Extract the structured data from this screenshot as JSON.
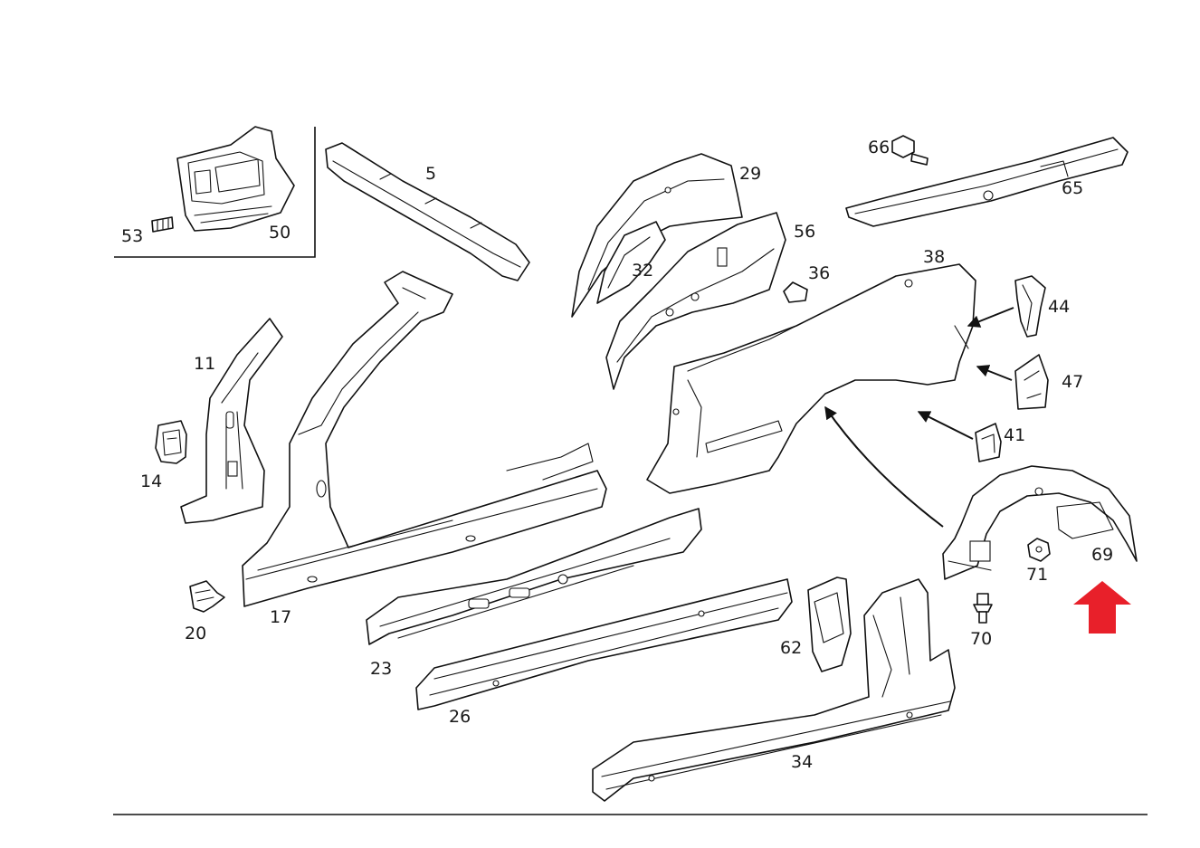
{
  "colors": {
    "line": "#111111",
    "background": "#ffffff",
    "highlight_arrow": "#e8202a"
  },
  "parts": [
    {
      "number": "5"
    },
    {
      "number": "11"
    },
    {
      "number": "14"
    },
    {
      "number": "17"
    },
    {
      "number": "20"
    },
    {
      "number": "23"
    },
    {
      "number": "26"
    },
    {
      "number": "29"
    },
    {
      "number": "32"
    },
    {
      "number": "34"
    },
    {
      "number": "36"
    },
    {
      "number": "38"
    },
    {
      "number": "41"
    },
    {
      "number": "44"
    },
    {
      "number": "47"
    },
    {
      "number": "50"
    },
    {
      "number": "53"
    },
    {
      "number": "56"
    },
    {
      "number": "62"
    },
    {
      "number": "65"
    },
    {
      "number": "66"
    },
    {
      "number": "69"
    },
    {
      "number": "70"
    },
    {
      "number": "71"
    }
  ],
  "highlight": {
    "target_part": "69",
    "icon": "up-arrow-icon"
  }
}
